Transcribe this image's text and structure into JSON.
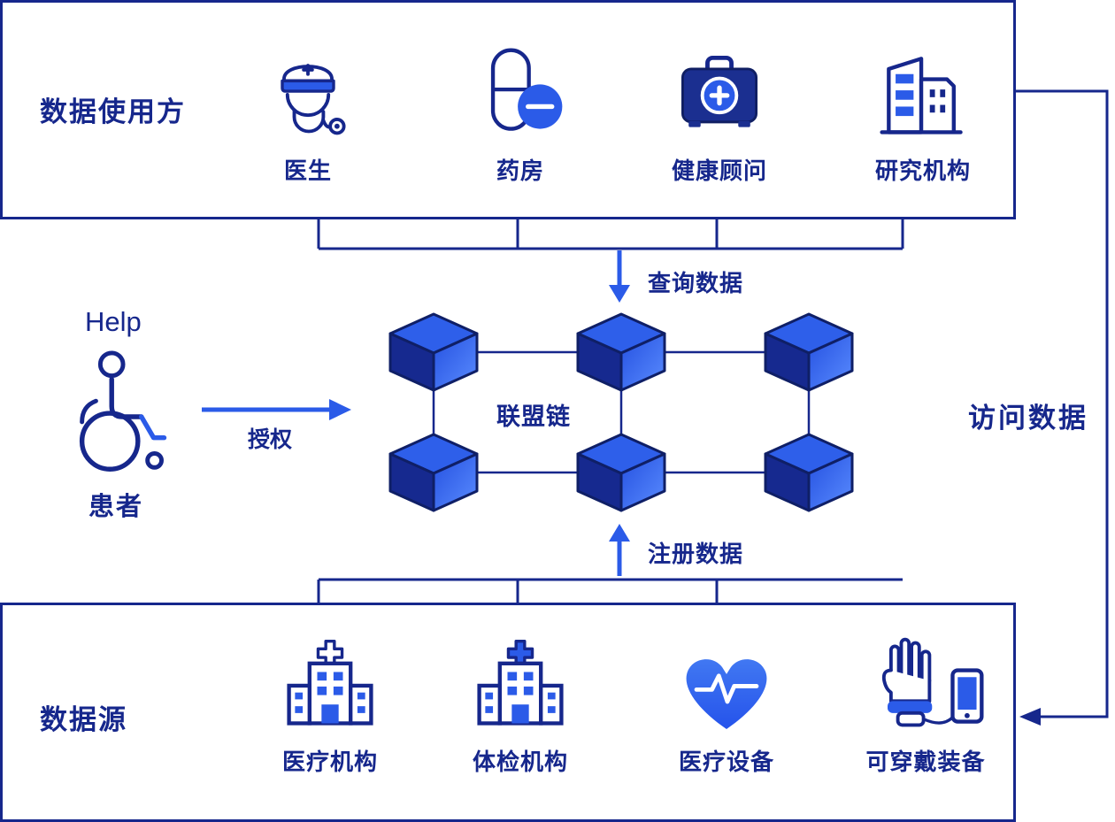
{
  "colors": {
    "primary_blue": "#2B5BE8",
    "navy": "#16278C"
  },
  "top_box": {
    "title": "数据使用方",
    "items": [
      {
        "label": "医生",
        "icon": "doctor-icon"
      },
      {
        "label": "药房",
        "icon": "pharmacy-icon"
      },
      {
        "label": "健康顾问",
        "icon": "health-advisor-icon"
      },
      {
        "label": "研究机构",
        "icon": "research-institution-icon"
      }
    ]
  },
  "bottom_box": {
    "title": "数据源",
    "items": [
      {
        "label": "医疗机构",
        "icon": "hospital-icon"
      },
      {
        "label": "体检机构",
        "icon": "checkup-center-icon"
      },
      {
        "label": "医疗设备",
        "icon": "medical-device-icon"
      },
      {
        "label": "可穿戴装备",
        "icon": "wearable-device-icon"
      }
    ]
  },
  "patient": {
    "help_text": "Help",
    "label": "患者",
    "authorize_label": "授权"
  },
  "chain": {
    "label": "联盟链",
    "query_label": "查询数据",
    "register_label": "注册数据",
    "node_count": 6
  },
  "right_flow_label": "访问数据"
}
